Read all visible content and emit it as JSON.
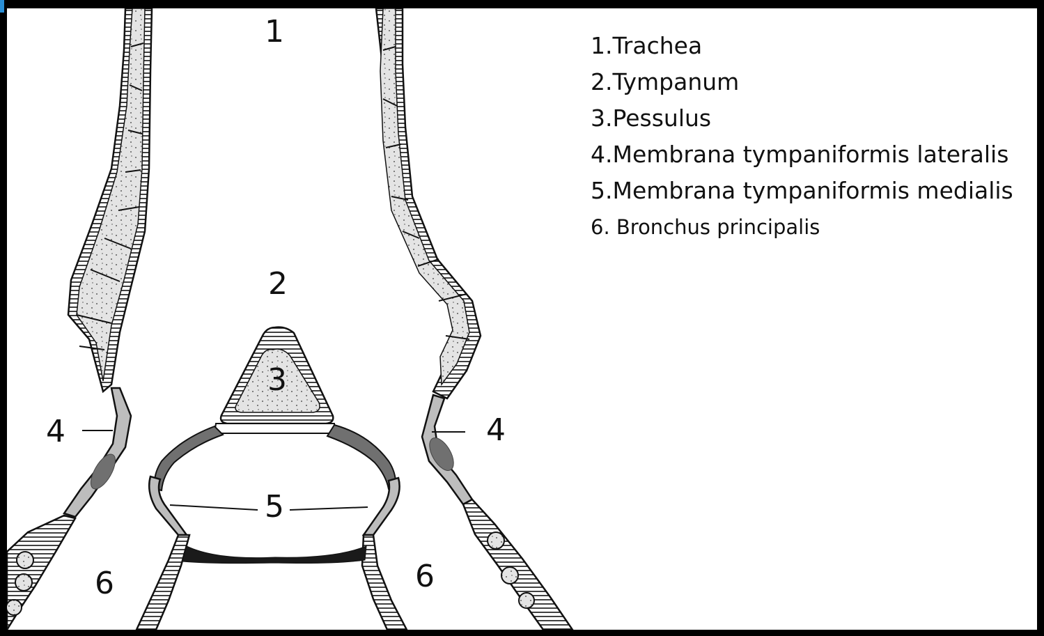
{
  "diagram": {
    "labels": {
      "trachea_num": "1",
      "tympanum_num": "2",
      "pessulus_num": "3",
      "mtl_left_num": "4",
      "mtl_right_num": "4",
      "mtm_num": "5",
      "bronchus_left_num": "6",
      "bronchus_right_num": "6"
    }
  },
  "legend": {
    "items": [
      "1.Trachea",
      "2.Tympanum",
      "3.Pessulus",
      "4.Membrana tympaniformis lateralis",
      "5.Membrana tympaniformis medialis",
      "6. Bronchus principalis"
    ]
  },
  "colors": {
    "background": "#ffffff",
    "frame": "#000000",
    "cartilage": "#e6e6e6",
    "membrane_light": "#bdbdbd",
    "membrane_dark": "#707070"
  }
}
